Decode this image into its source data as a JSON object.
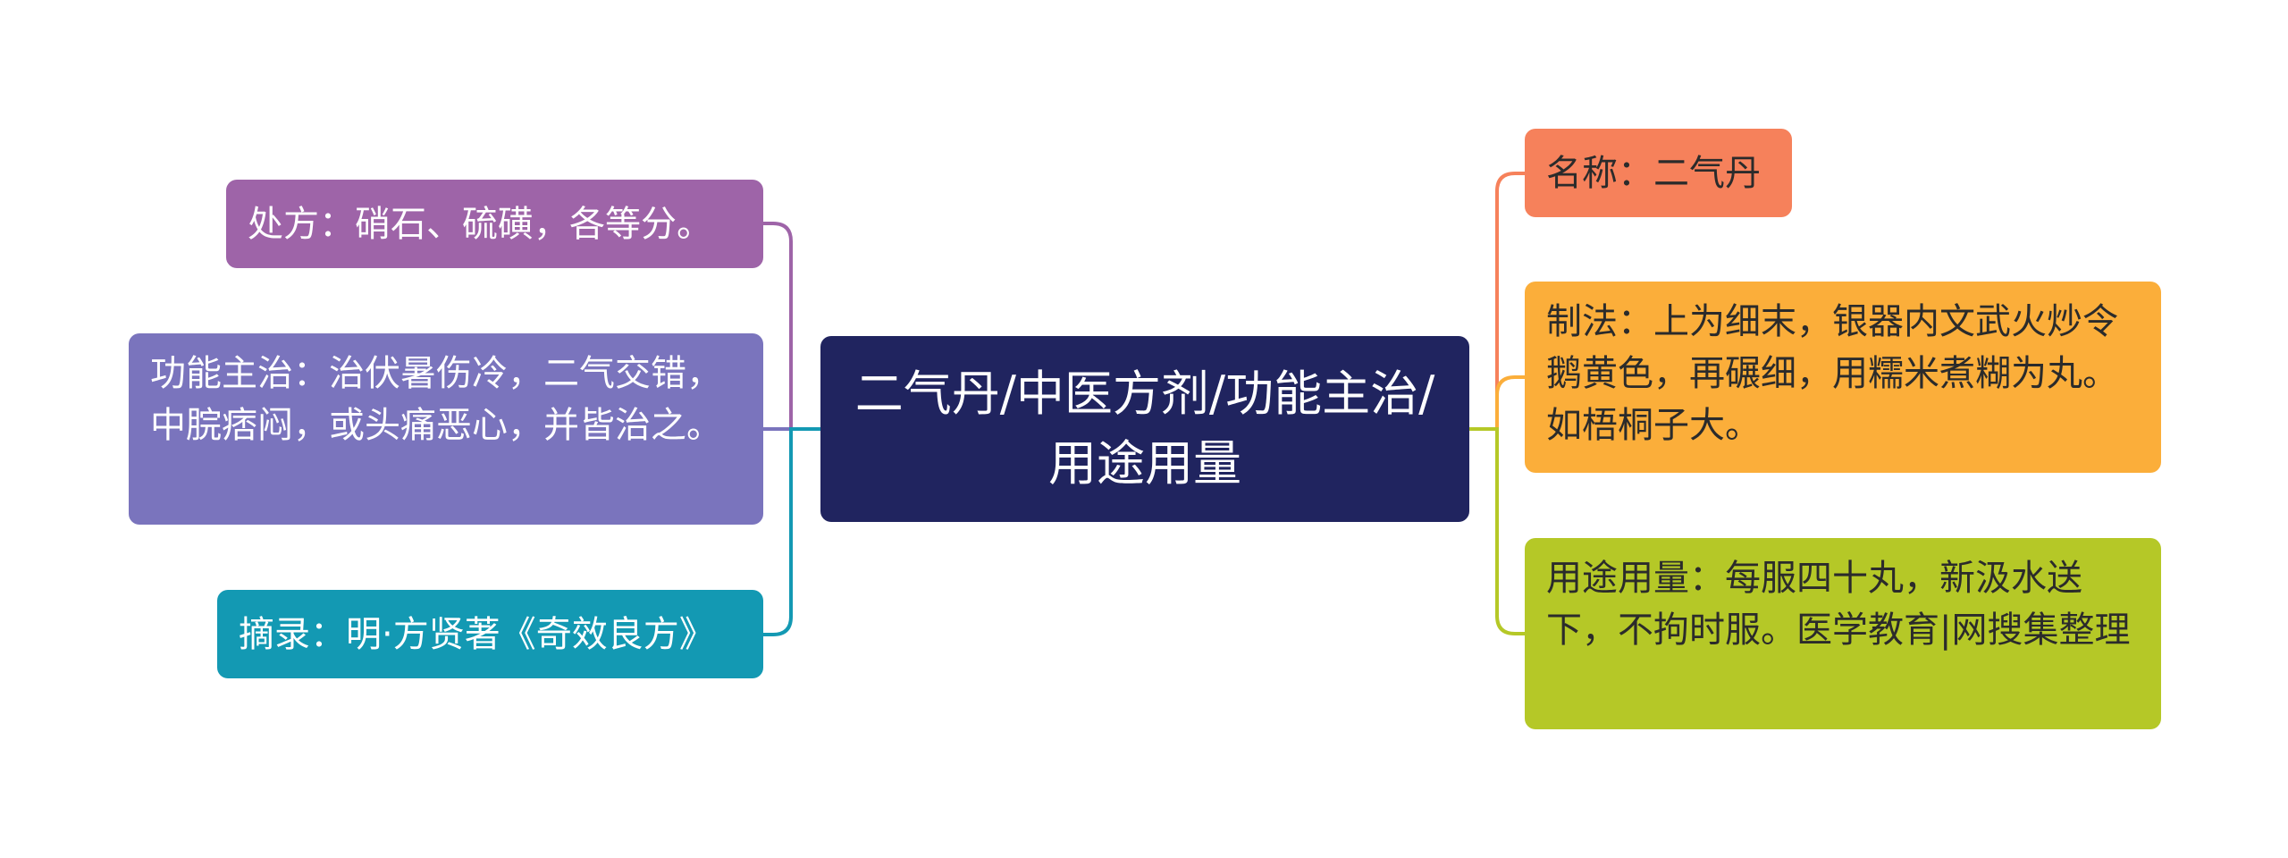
{
  "center": {
    "label": "二气丹/中医方剂/功能主治/用途用量"
  },
  "left_nodes": [
    {
      "label": "处方：硝石、硫磺，各等分。",
      "color": "#9e64a8"
    },
    {
      "label": "功能主治：治伏暑伤冷，二气交错，中脘痞闷，或头痛恶心，并皆治之。",
      "color": "#7a74bd"
    },
    {
      "label": "摘录：明·方贤著《奇效良方》",
      "color": "#1399b3"
    }
  ],
  "right_nodes": [
    {
      "label": "名称：二气丹",
      "color": "#f6815b"
    },
    {
      "label": "制法：上为细末，银器内文武火炒令鹅黄色，再碾细，用糯米煮糊为丸。如梧桐子大。",
      "color": "#fbae3a"
    },
    {
      "label": "用途用量：每服四十丸，新汲水送下，不拘时服。医学教育|网搜集整理",
      "color": "#b5c827"
    }
  ],
  "center_color": "#20245f"
}
